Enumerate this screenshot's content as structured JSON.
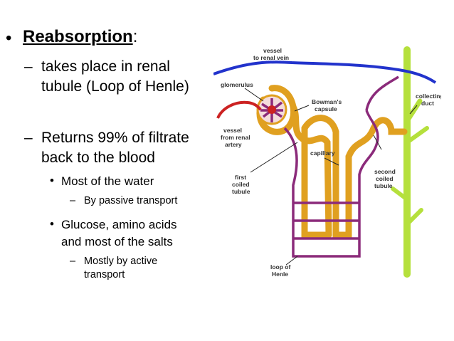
{
  "bullets": {
    "main_marker": "•",
    "heading": "Reabsorption",
    "heading_suffix": ":",
    "dash": "–",
    "item1_line1": "takes place in renal",
    "item1_line2": "tubule (Loop of Henle)",
    "item2_line1": "Returns 99% of filtrate",
    "item2_line2": "back to the blood",
    "sub_marker": "•",
    "sub1": "Most of the water",
    "sub1_detail": "By passive transport",
    "sub2_line1": "Glucose, amino acids",
    "sub2_line2": "and most of the salts",
    "sub2_detail_line1": "Mostly by active",
    "sub2_detail_line2": "transport"
  },
  "diagram": {
    "labels": {
      "vessel_vein_1": "vessel",
      "vessel_vein_2": "to renal vein",
      "glomerulus": "glomerulus",
      "bowmans_1": "Bowman's",
      "bowmans_2": "capsule",
      "collecting_1": "collecting",
      "collecting_2": "duct",
      "vessel_artery_1": "vessel",
      "vessel_artery_2": "from renal",
      "vessel_artery_3": "artery",
      "capillary": "capillary",
      "first_1": "first",
      "first_2": "coiled",
      "first_3": "tubule",
      "second_1": "second",
      "second_2": "coiled",
      "second_3": "tubule",
      "loop_1": "loop of",
      "loop_2": "Henle"
    },
    "colors": {
      "vein": "#2233cc",
      "artery": "#cc2222",
      "capillary": "#8b2a7a",
      "tubule": "#e0a020",
      "collecting_duct": "#b5e03c"
    }
  }
}
